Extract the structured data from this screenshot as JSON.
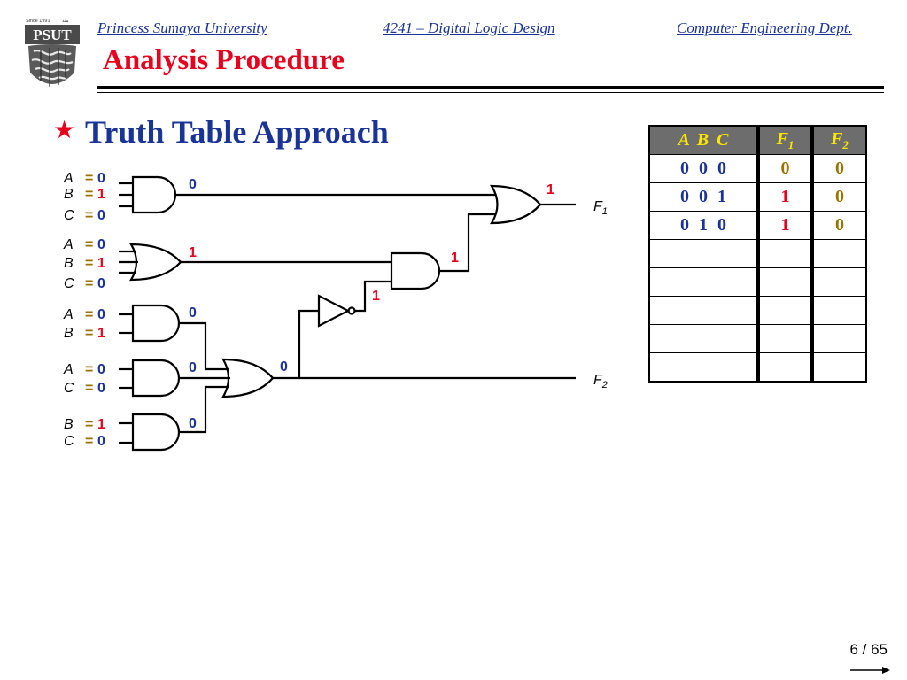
{
  "header": {
    "university": "Princess Sumaya University",
    "course": "4241 – Digital Logic Design",
    "department": "Computer Engineering Dept.",
    "slide_title": "Analysis Procedure"
  },
  "logo": {
    "since": "Since 1991",
    "name": "PSUT"
  },
  "bullet": {
    "text": "Truth Table Approach"
  },
  "circuit": {
    "gate_inputs": [
      {
        "gate": "AND1",
        "inputs": [
          {
            "var": "A",
            "val": "0"
          },
          {
            "var": "B",
            "val": "1"
          },
          {
            "var": "C",
            "val": "0"
          }
        ],
        "output": "0"
      },
      {
        "gate": "OR1",
        "inputs": [
          {
            "var": "A",
            "val": "0"
          },
          {
            "var": "B",
            "val": "1"
          },
          {
            "var": "C",
            "val": "0"
          }
        ],
        "output": "1"
      },
      {
        "gate": "AND2",
        "inputs": [
          {
            "var": "A",
            "val": "0"
          },
          {
            "var": "B",
            "val": "1"
          }
        ],
        "output": "0"
      },
      {
        "gate": "AND3",
        "inputs": [
          {
            "var": "A",
            "val": "0"
          },
          {
            "var": "C",
            "val": "0"
          }
        ],
        "output": "0"
      },
      {
        "gate": "AND4",
        "inputs": [
          {
            "var": "B",
            "val": "1"
          },
          {
            "var": "C",
            "val": "0"
          }
        ],
        "output": "0"
      }
    ],
    "or2_output": "0",
    "not_output": "1",
    "and5_output": "1",
    "or3_output": "1",
    "f1_label": "F",
    "f1_sub": "1",
    "f2_label": "F",
    "f2_sub": "2"
  },
  "truth_table": {
    "headers": {
      "inputs": "A  B  C",
      "f1": "F",
      "f1_sub": "1",
      "f2": "F",
      "f2_sub": "2"
    },
    "rows": [
      {
        "abc": "0  0  0",
        "f1": "0",
        "f2": "0"
      },
      {
        "abc": "0  0  1",
        "f1": "1",
        "f2": "0"
      },
      {
        "abc": "0  1  0",
        "f1": "1",
        "f2": "0"
      },
      {
        "abc": "",
        "f1": "",
        "f2": ""
      },
      {
        "abc": "",
        "f1": "",
        "f2": ""
      },
      {
        "abc": "",
        "f1": "",
        "f2": ""
      },
      {
        "abc": "",
        "f1": "",
        "f2": ""
      },
      {
        "abc": "",
        "f1": "",
        "f2": ""
      }
    ]
  },
  "footer": {
    "page": "6 / 65"
  },
  "colors": {
    "title_red": "#e8001c",
    "header_blue": "#1a3399",
    "value_red": "#e8001c",
    "value_blue": "#1a3399",
    "equals_gold": "#9a7200",
    "table_header_bg": "#6d6d6d",
    "table_header_text": "#ffe600"
  }
}
